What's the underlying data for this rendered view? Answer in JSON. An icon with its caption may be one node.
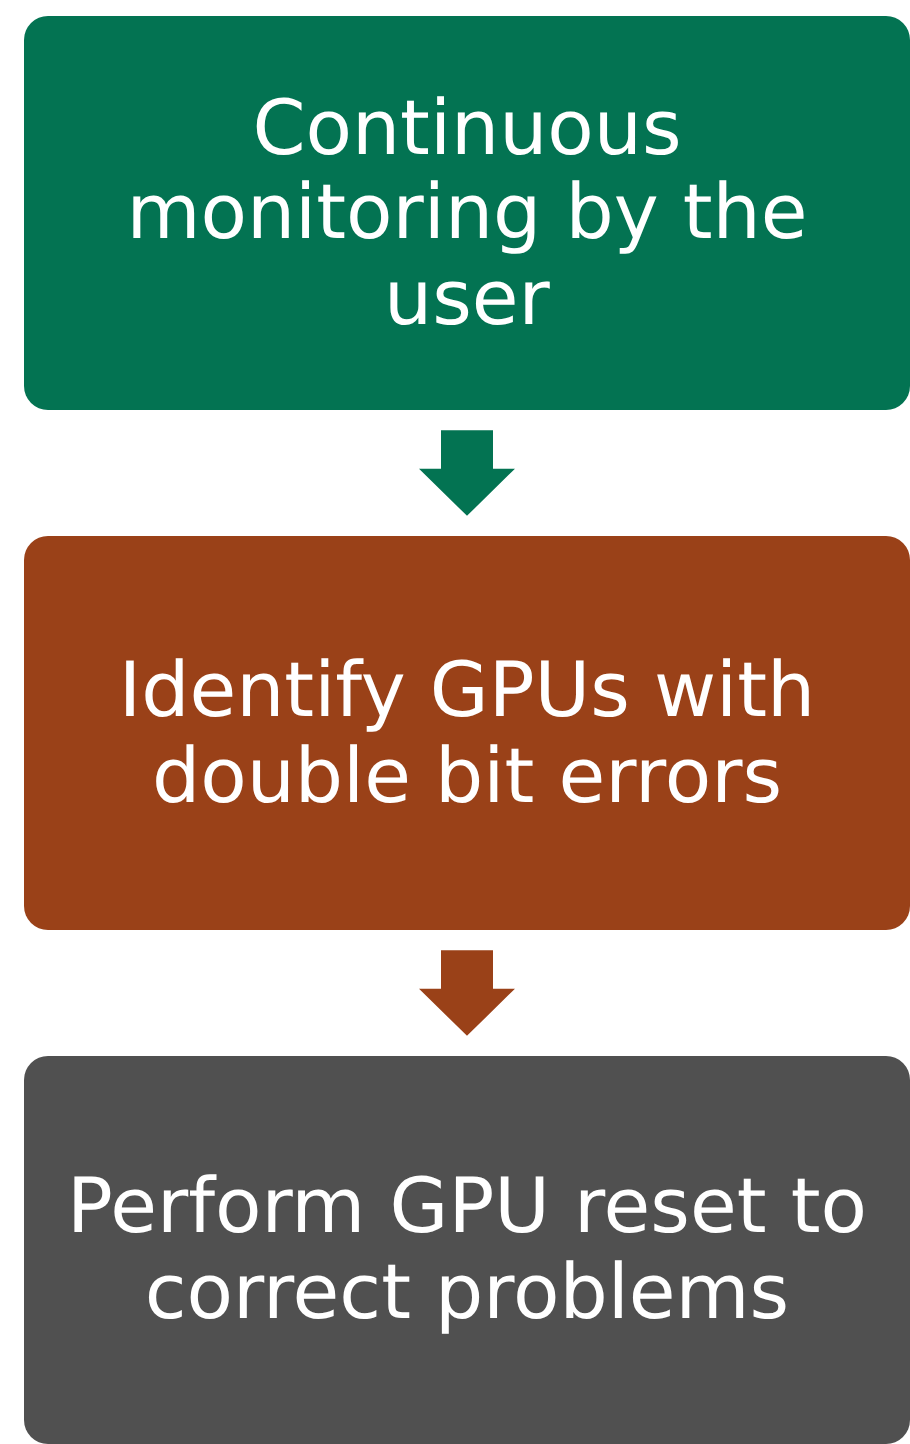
{
  "diagram": {
    "nodes": [
      {
        "text": [
          "Continuous monitoring by the user"
        ]
      },
      {
        "text": [
          "Identify GPUs with double bit errors"
        ]
      },
      {
        "text": [
          "Perform GPU reset to correct problems"
        ]
      }
    ],
    "edges": [
      {
        "from": 0,
        "to": 1,
        "arrow": "to",
        "color": "#037352"
      },
      {
        "from": 1,
        "to": 2,
        "arrow": "to",
        "color": "#9a4118"
      }
    ]
  }
}
